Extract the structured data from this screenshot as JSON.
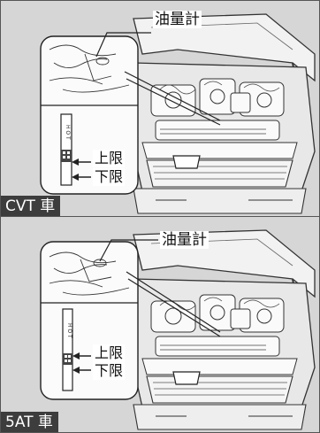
{
  "figures": [
    {
      "vehicle_label": "CVT 車",
      "callout_gauge": "油量計",
      "label_upper": "上限",
      "label_lower": "下限",
      "dipstick_text": "H O T"
    },
    {
      "vehicle_label": "5AT 車",
      "callout_gauge": "油量計",
      "label_upper": "上限",
      "label_lower": "下限",
      "dipstick_text": "H O T"
    }
  ],
  "colors": {
    "background": "#d6d6d6",
    "line_art": "#2a2a2a",
    "caption_bg": "#3d3d3d",
    "caption_text": "#ffffff"
  }
}
